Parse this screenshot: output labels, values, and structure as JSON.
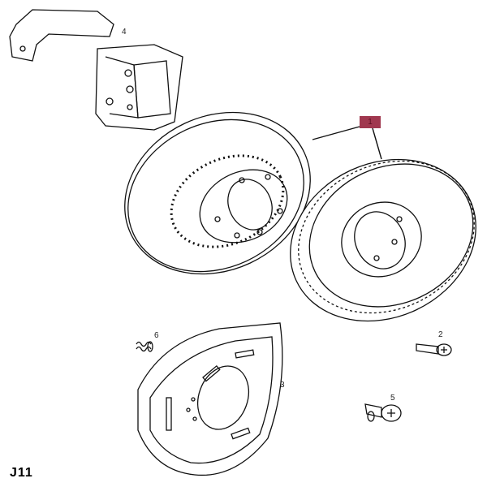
{
  "diagram": {
    "code": "J11",
    "highlight_color": "#a0384f",
    "parts": [
      {
        "number": "1",
        "name": "brake-disc",
        "highlighted": true
      },
      {
        "number": "2",
        "name": "screw"
      },
      {
        "number": "3",
        "name": "splash-shield"
      },
      {
        "number": "4",
        "name": "disc-shield-upper"
      },
      {
        "number": "5",
        "name": "bolt"
      },
      {
        "number": "6",
        "name": "spring"
      }
    ]
  }
}
